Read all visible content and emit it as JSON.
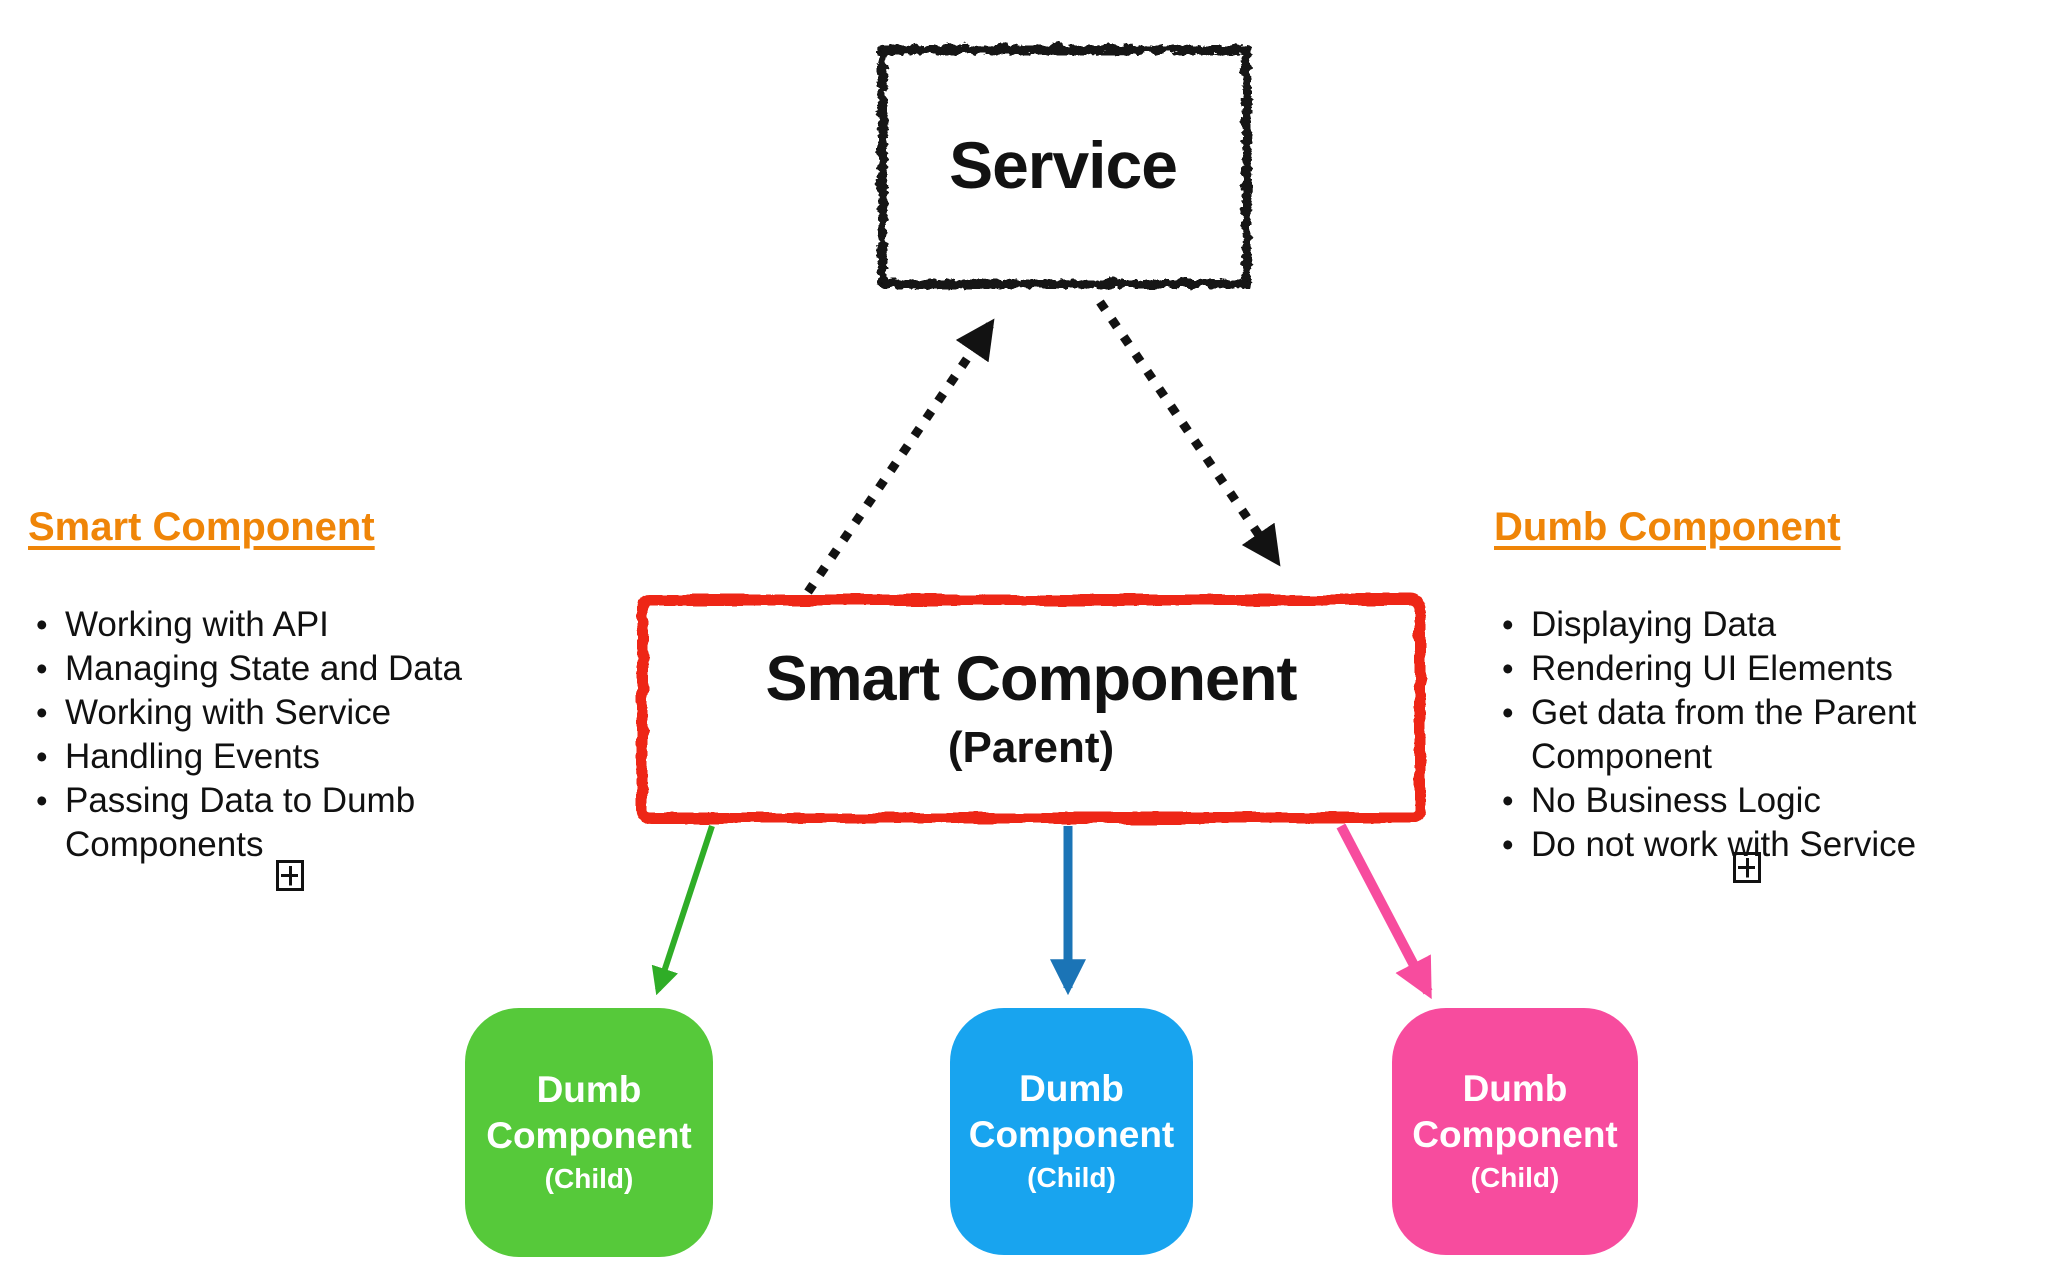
{
  "service": {
    "label": "Service",
    "border_color": "#121212"
  },
  "smart": {
    "title": "Smart Component",
    "subtitle": "(Parent)",
    "border_color": "#EE2812"
  },
  "notes_left": {
    "title": "Smart Component",
    "title_color": "#EF8508",
    "bullets": [
      "Working with API",
      "Managing State and Data",
      "Working with Service",
      "Handling Events",
      "Passing Data to Dumb Components"
    ],
    "expand_icon": "⊞"
  },
  "notes_right": {
    "title": "Dumb Component",
    "title_color": "#EF8508",
    "bullets": [
      "Displaying Data",
      "Rendering UI Elements",
      "Get data from the Parent Component",
      "No Business Logic",
      "Do not work with Service"
    ],
    "expand_icon": "⊞"
  },
  "children": [
    {
      "line1": "Dumb",
      "line2": "Component",
      "line3": "(Child)",
      "fill": "#56C93A",
      "arrow_color": "#2FAD27"
    },
    {
      "line1": "Dumb",
      "line2": "Component",
      "line3": "(Child)",
      "fill": "#18A4EF",
      "arrow_color": "#1B74B6"
    },
    {
      "line1": "Dumb",
      "line2": "Component",
      "line3": "(Child)",
      "fill": "#F74C9E",
      "arrow_color": "#F74C9E"
    }
  ],
  "arrows": {
    "service_link_color": "#121212"
  }
}
